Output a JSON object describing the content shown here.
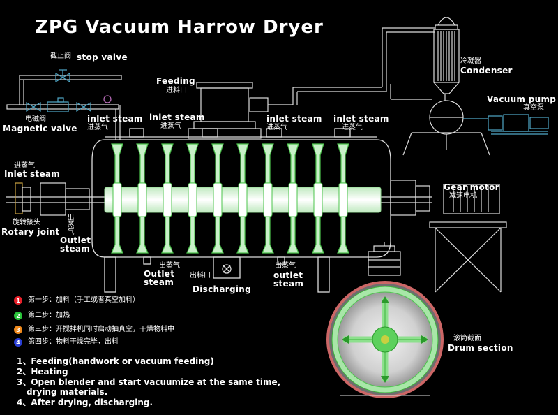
{
  "title": "ZPG Vacuum Harrow Dryer",
  "labels": {
    "stop_valve_cn": "截止阀",
    "stop_valve_en": "stop valve",
    "magnetic_valve_cn": "电磁阀",
    "magnetic_valve_en": "Magnetic valve",
    "feeding_en": "Feeding",
    "feeding_cn": "进料口",
    "condenser_cn": "冷凝器",
    "condenser_en": "Condenser",
    "vacuum_pump_en": "Vacuum pump",
    "vacuum_pump_cn": "真空泵",
    "inlet_steam_en": "inlet steam",
    "inlet_steam_cn": "进蒸气",
    "inlet_steam_left_cn": "进蒸气",
    "inlet_steam_left_en": "Inlet steam",
    "gear_motor_en": "Gear motor",
    "gear_motor_cn": "减速电机",
    "rotary_joint_cn": "旋转接头",
    "rotary_joint_en": "Rotary joint",
    "outlet_steam_vert_cn": "出蒸气",
    "outlet_steam_en": "Outlet",
    "outlet_steam_en2": "steam",
    "outlet_cn": "出蒸气",
    "outlet2_en": "Outlet",
    "outlet2_en2": "steam",
    "discharge_cn": "出料口",
    "discharge_en": "Discharging",
    "outlet3_cn": "出蒸气",
    "outlet3_en": "outlet",
    "outlet3_en2": "steam",
    "drum_cn": "滚筒截面",
    "drum_en": "Drum section"
  },
  "steps_cn": [
    {
      "num": "1",
      "color": "#e8202a",
      "text": "第一步：加料（手工或者真空加料）"
    },
    {
      "num": "2",
      "color": "#29c43a",
      "text": "第二步：加热"
    },
    {
      "num": "3",
      "color": "#f08a1c",
      "text": "第三步：开搅拌机同时启动抽真空，干燥物料中"
    },
    {
      "num": "4",
      "color": "#2a3fd6",
      "text": "第四步：物料干燥完毕，出料"
    }
  ],
  "steps_en": [
    "1、Feeding(handwork or vacuum feeding)",
    "2、Heating",
    "3、Open blender and start vacuumize at the same time,",
    "drying materials.",
    "4、After drying, discharging."
  ]
}
